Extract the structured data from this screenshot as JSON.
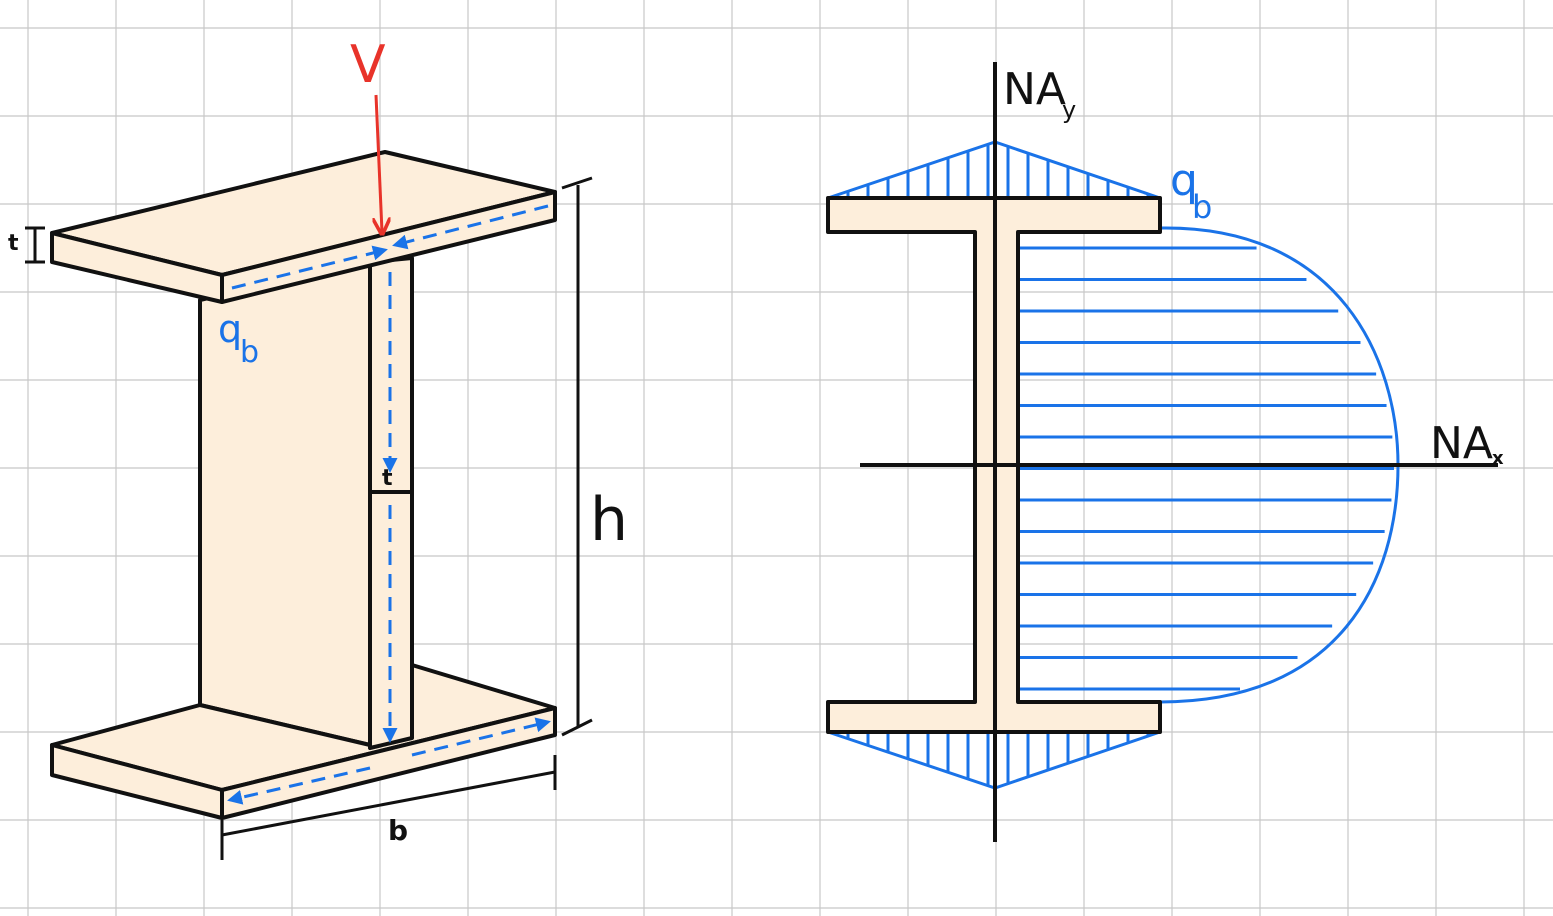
{
  "labels": {
    "force": "V",
    "flange_thickness": "t",
    "web_thickness": "t",
    "height": "h",
    "width": "b",
    "q_left": "q",
    "q_left_sub": "b",
    "q_right": "q",
    "q_right_sub": "b",
    "na_y": "NA",
    "na_y_sub": "y",
    "na_x": "NA",
    "na_x_sub": "x"
  },
  "colors": {
    "grid": "#c8c8c8",
    "beam_fill": "#fdeedb",
    "outline": "#111111",
    "flow": "#1a73e8",
    "force": "#e8332a"
  }
}
